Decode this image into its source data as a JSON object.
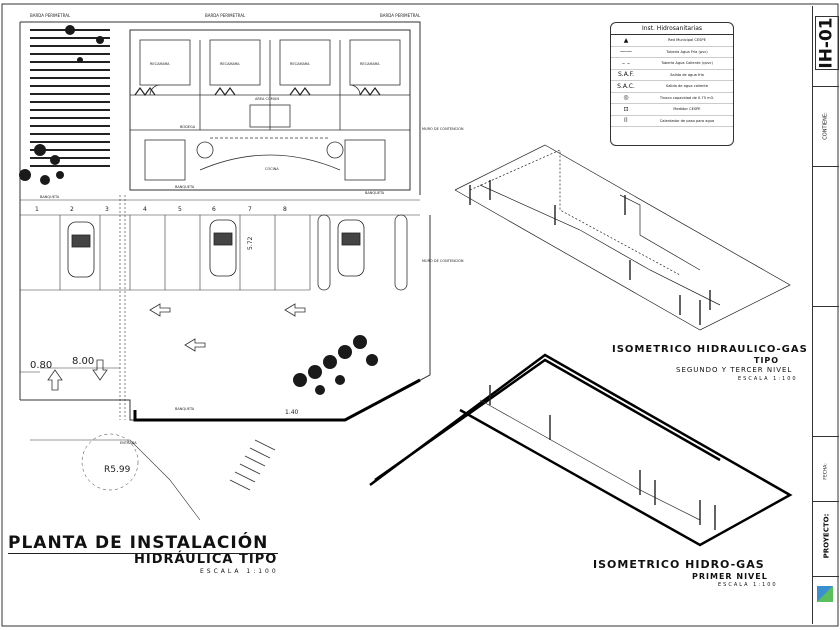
{
  "sheet_code": "IH-01",
  "main_title": {
    "line1": "PLANTA DE INSTALACIÓN",
    "line2": "HIDRÁULICA TIPO",
    "scale": "ESCALA 1:100"
  },
  "iso_upper": {
    "line1": "ISOMETRICO HIDRAULICO-GAS",
    "line2": "TIPO",
    "line3": "SEGUNDO Y TERCER NIVEL",
    "scale": "ESCALA 1:100"
  },
  "iso_lower": {
    "line1": "ISOMETRICO HIDRO-GAS",
    "line2": "PRIMER NIVEL",
    "scale": "ESCALA 1:100"
  },
  "legend": {
    "title": "Inst. Hidrosanitarias",
    "rows": [
      {
        "symbol": "▲",
        "text": "Red Municipal CESPE"
      },
      {
        "symbol": "——",
        "text": "Tubería Agua Fría (pvc)"
      },
      {
        "symbol": "– –",
        "text": "Tubería Agua Caliente (cpvc)"
      },
      {
        "symbol": "S.A.F.",
        "text": "Salida de agua fría"
      },
      {
        "symbol": "S.A.C.",
        "text": "Salida de agua caliente"
      },
      {
        "symbol": "◎",
        "text": "Tinaco capacidad de 0.75 m3."
      },
      {
        "symbol": "⊡",
        "text": "Medidor CESPE"
      },
      {
        "symbol": "⌷",
        "text": "Calentador de paso para agua"
      }
    ]
  },
  "title_block": {
    "contains_label": "CONTIENE:",
    "project_label": "PROYECTO:",
    "date_label": "FECHA:"
  },
  "plan_labels": {
    "barda_perimetral": "BARDA PERIMETRAL",
    "banqueta": "BANQUETA",
    "muro_contencion": "MURO DE CONTENCION",
    "dim_800": "8.00",
    "dim_080": "0.80",
    "radius": "R5.99",
    "dim_572": "5.72",
    "dim_140": "1.40",
    "entrada": "ENTRADA",
    "area_comun": "AREA COMUN",
    "bodega": "BODEGA",
    "recamara": "RECAMARA",
    "cocina": "COCINA",
    "cajones": [
      "1",
      "2",
      "3",
      "4",
      "5",
      "6",
      "7",
      "8"
    ]
  },
  "colors": {
    "line": "#111111",
    "thin": "#555555",
    "hatch": "#222222",
    "plant": "#1a1a1a"
  }
}
